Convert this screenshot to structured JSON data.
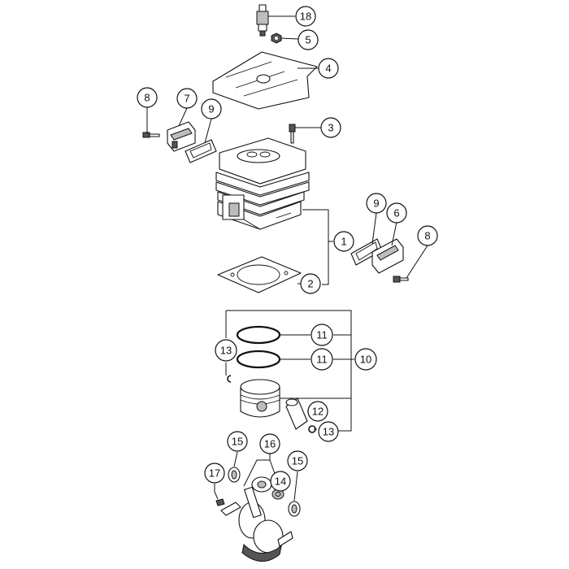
{
  "diagram": {
    "callouts": [
      {
        "id": "c18a",
        "label": "18"
      },
      {
        "id": "c5",
        "label": "5"
      },
      {
        "id": "c4",
        "label": "4"
      },
      {
        "id": "c8a",
        "label": "8"
      },
      {
        "id": "c7",
        "label": "7"
      },
      {
        "id": "c9a",
        "label": "9"
      },
      {
        "id": "c3",
        "label": "3"
      },
      {
        "id": "c9b",
        "label": "9"
      },
      {
        "id": "c6",
        "label": "6"
      },
      {
        "id": "c8b",
        "label": "8"
      },
      {
        "id": "c1",
        "label": "1"
      },
      {
        "id": "c2",
        "label": "2"
      },
      {
        "id": "c11a",
        "label": "11"
      },
      {
        "id": "c11b",
        "label": "11"
      },
      {
        "id": "c10",
        "label": "10"
      },
      {
        "id": "c13a",
        "label": "13"
      },
      {
        "id": "c12",
        "label": "12"
      },
      {
        "id": "c13b",
        "label": "13"
      },
      {
        "id": "c15a",
        "label": "15"
      },
      {
        "id": "c16",
        "label": "16"
      },
      {
        "id": "c15b",
        "label": "15"
      },
      {
        "id": "c17",
        "label": "17"
      },
      {
        "id": "c14",
        "label": "14"
      }
    ]
  }
}
